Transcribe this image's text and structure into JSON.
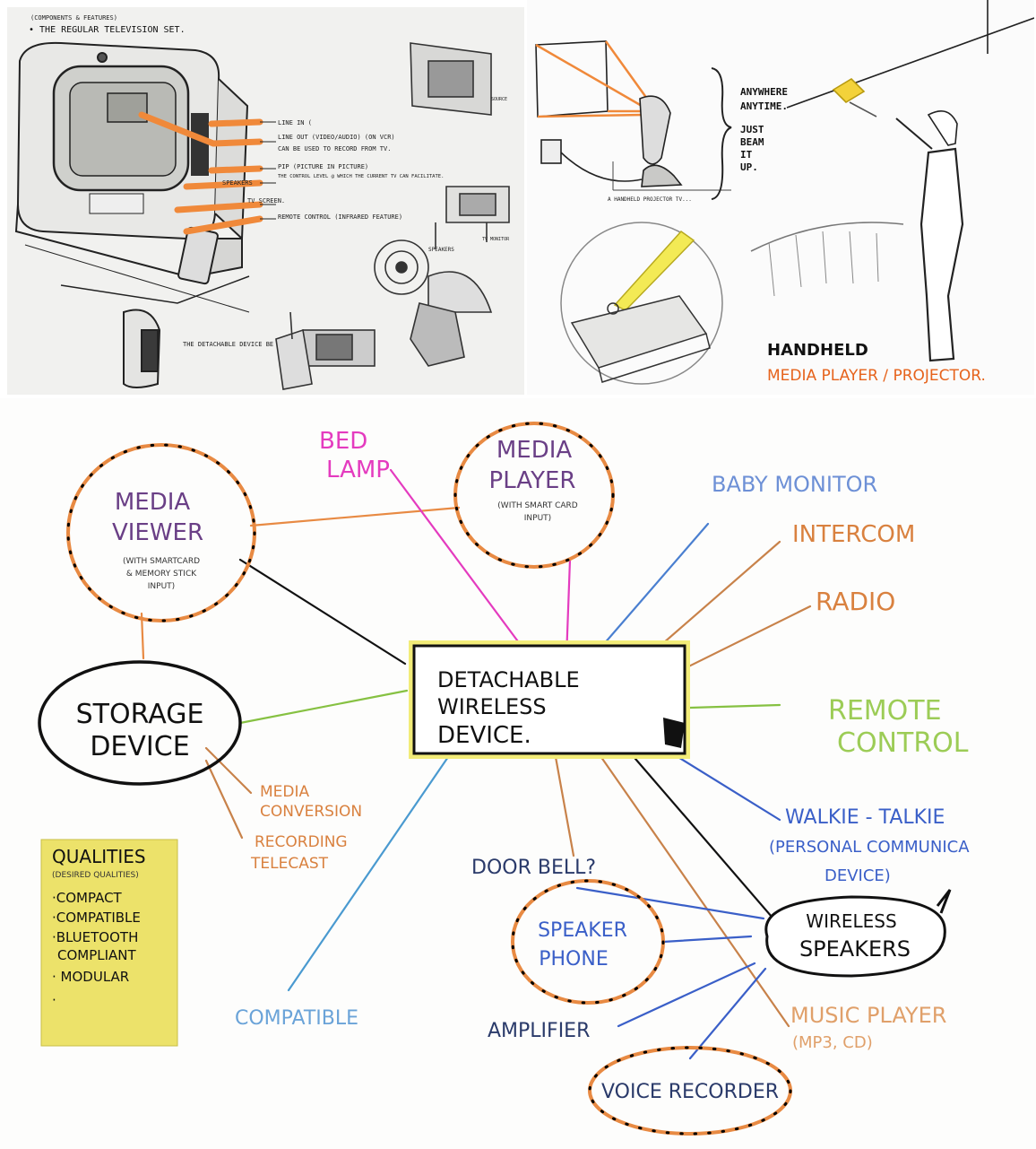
{
  "sketch_tv": {
    "heading_small": "(COMPONENTS & FEATURES)",
    "heading": "• THE REGULAR TELEVISION SET.",
    "callouts": [
      "LINE IN (",
      "LINE OUT (VIDEO/AUDIO) (ON VCR)",
      "CAN BE USED TO RECORD FROM TV.",
      "PIP (PICTURE IN PICTURE)",
      "THE CONTROL LEVEL @ WHICH THE CURRENT TV CAN FACILITATE.",
      "SPEAKERS",
      "TV SCREEN.",
      "REMOTE CONTROL (INFRARED FEATURE)"
    ],
    "detach_note": "THE DETACHABLE DEVICE BE ATTACHED ON THE SIDE.",
    "small_labels": {
      "speakers": "SPEAKERS",
      "tv_monitor": "TV MONITOR",
      "source": "SOURCE"
    }
  },
  "sketch_projector": {
    "caption_small": "A HANDHELD PROJECTOR TV...",
    "slogan": [
      "ANYWHERE",
      "ANYTIME.",
      "JUST",
      "BEAM",
      "IT",
      "UP."
    ],
    "title_line1": "HANDHELD",
    "title_line2": "MEDIA PLAYER / PROJECTOR."
  },
  "mindmap": {
    "center": [
      "DETACHABLE",
      "WIRELESS",
      "DEVICE."
    ],
    "nodes": {
      "media_viewer": {
        "title": [
          "MEDIA",
          "VIEWER"
        ],
        "sub": [
          "(WITH SMARTCARD",
          "& MEMORY STICK",
          "INPUT)"
        ]
      },
      "media_player": {
        "title": [
          "MEDIA",
          "PLAYER"
        ],
        "sub": [
          "(WITH SMART CARD",
          "INPUT)"
        ]
      },
      "bed_lamp": [
        "BED",
        "LAMP"
      ],
      "baby_monitor": "BABY MONITOR",
      "intercom": "INTERCOM",
      "radio": "RADIO",
      "remote_control": [
        "REMOTE",
        "CONTROL"
      ],
      "storage_device": [
        "STORAGE",
        "DEVICE"
      ],
      "media_conversion": [
        "MEDIA",
        "CONVERSION"
      ],
      "recording_telecast": [
        "RECORDING",
        "TELECAST"
      ],
      "walkie_talkie": [
        "WALKIE - TALKIE",
        "(PERSONAL COMMUNICA",
        "DEVICE)"
      ],
      "door_bell": "DOOR BELL?",
      "wireless_speakers": [
        "WIRELESS",
        "SPEAKERS"
      ],
      "speaker_phone": [
        "SPEAKER",
        "PHONE"
      ],
      "music_player": [
        "MUSIC PLAYER",
        "(MP3, CD)"
      ],
      "compatible": "COMPATIBLE",
      "amplifier": "AMPLIFIER",
      "voice_recorder": "VOICE RECORDER"
    },
    "qualities": {
      "title": "QUALITIES",
      "subtitle": "(DESIRED QUALITIES)",
      "items": [
        "·COMPACT",
        "·COMPATIBLE",
        "·BLUETOOTH",
        "COMPLIANT",
        "· MODULAR",
        "·"
      ]
    },
    "colors": {
      "orange": "#e88a43",
      "magenta": "#e43bbf",
      "blue": "#4a7fd0",
      "green": "#86c142",
      "purple": "#6a3f86",
      "yellow": "#f2ec78",
      "sticky": "#ece26a"
    }
  }
}
